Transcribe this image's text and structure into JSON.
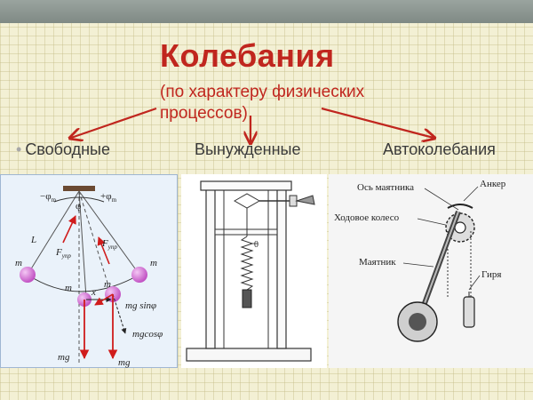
{
  "slide": {
    "title": "Колебания",
    "subtitle": "(по характеру физических процессов)"
  },
  "categories": [
    "Свободные",
    "Вынужденные",
    "Автоколебания"
  ],
  "pendulum": {
    "angle_left": "−φ",
    "angle_left_sub": "m",
    "angle_right": "+φ",
    "angle_right_sub": "m",
    "phi": "φ",
    "length": "L",
    "mass": "m",
    "force_left": "F",
    "force_left_sub": "упр",
    "force_right": "F",
    "force_right_sub": "упр",
    "x": "x",
    "mg_sin": "mg sinφ",
    "mg_cos": "mgcosφ",
    "mg_left": "mg",
    "mg_right": "mg"
  },
  "spring": {
    "zero_mark": "0"
  },
  "clock": {
    "label_axis": "Ось маятника",
    "label_anchor": "Анкер",
    "label_wheel": "Ходовое колесо",
    "label_pendulum": "Маятник",
    "label_weight": "Гиря"
  },
  "colors": {
    "title": "#c0261e",
    "arrow": "#c0261e",
    "vector": "#d01c1c"
  }
}
